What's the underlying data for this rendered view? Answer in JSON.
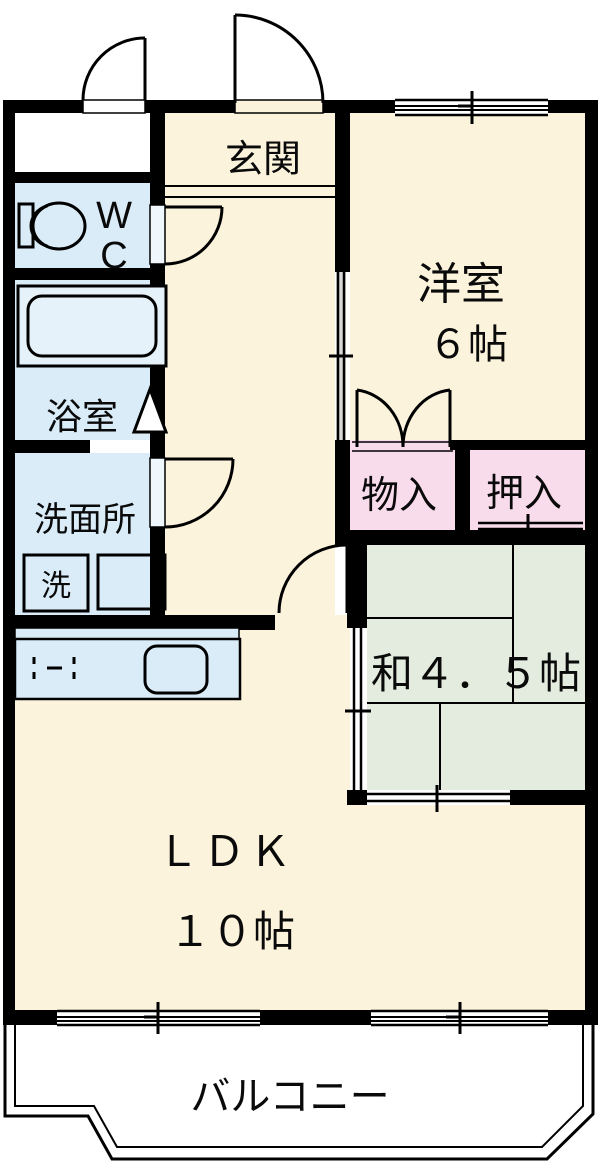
{
  "title": "apartment-floor-plan",
  "rooms": {
    "entrance": {
      "label": "玄関"
    },
    "toilet": {
      "lines": [
        "W",
        "C"
      ]
    },
    "bathroom": {
      "label": "浴室"
    },
    "washroom": {
      "label": "洗面所",
      "washer_label": "洗"
    },
    "western_room": {
      "label": "洋室",
      "size": "６帖"
    },
    "storage": {
      "label": "物入"
    },
    "closet": {
      "label": "押入"
    },
    "japanese_room": {
      "label": "和４．５帖"
    },
    "ldk": {
      "label": "ＬＤＫ",
      "size": "１０帖"
    },
    "balcony": {
      "label": "バルコニー"
    }
  },
  "colors": {
    "room_cream": "#fbf3dc",
    "wet_area_blue": "#d9ecf8",
    "closet_pink": "#f9dcec",
    "tatami_green": "#e3ecdf",
    "wall_black": "#000000",
    "background": "#ffffff"
  }
}
